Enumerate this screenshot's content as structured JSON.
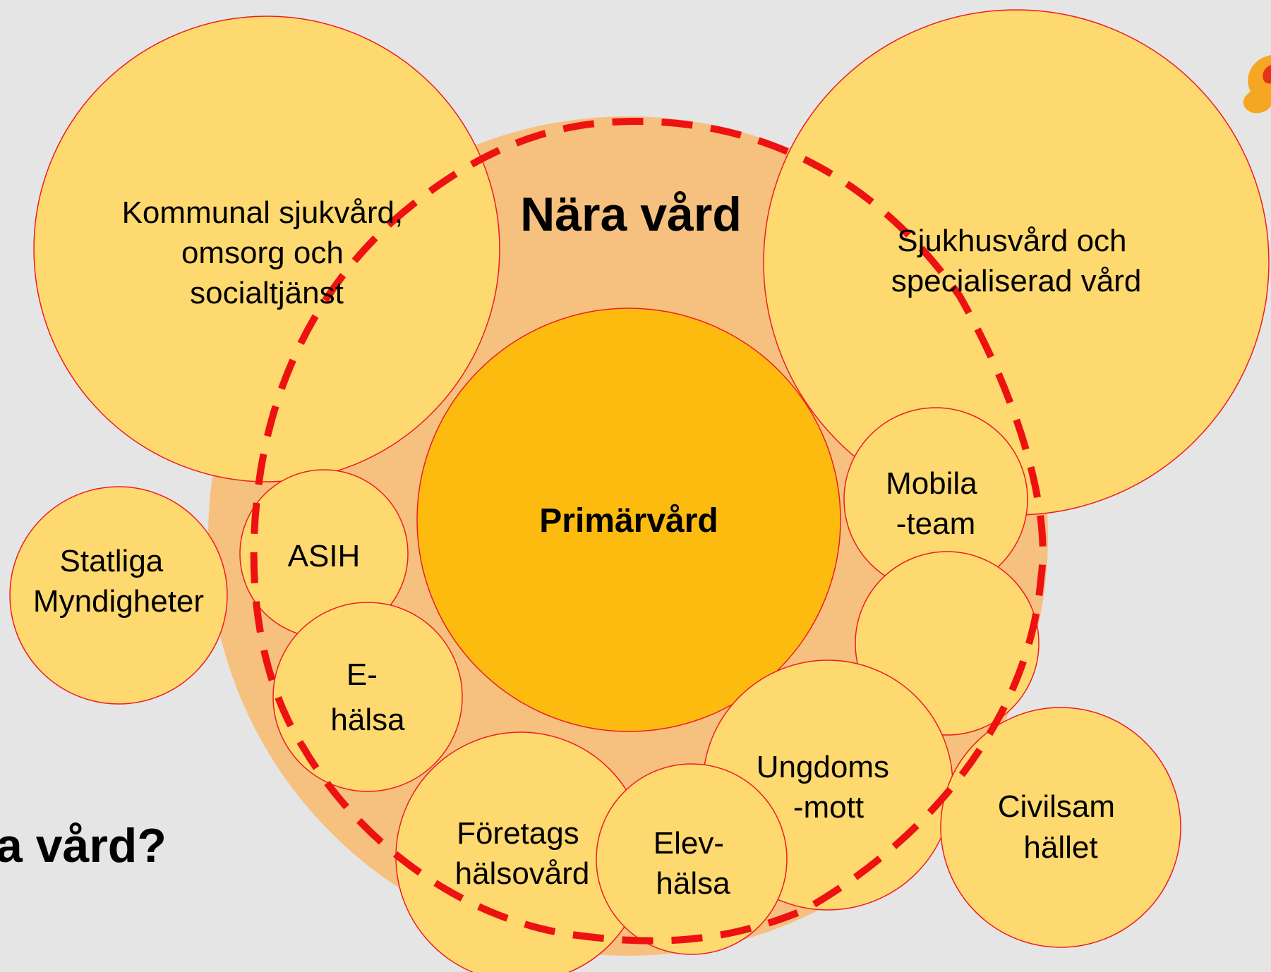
{
  "main_title": "Nära vård",
  "question_fragment": "a vård?",
  "center": {
    "label": "Primärvård"
  },
  "circles": {
    "kommunal": [
      "Kommunal sjukvård,",
      "omsorg och",
      "socialtjänst"
    ],
    "sjukhus": [
      "Sjukhusvård och",
      "specialiserad vård"
    ],
    "statliga": [
      "Statliga",
      "Myndigheter"
    ],
    "asih": [
      "ASIH"
    ],
    "ehalsa": [
      "E-",
      "hälsa"
    ],
    "mobila": [
      "Mobila",
      "-team"
    ],
    "empty": [],
    "ungdoms": [
      "Ungdoms",
      "-mott"
    ],
    "foretags": [
      "Företags",
      "hälsovård"
    ],
    "elev": [
      "Elev-",
      "hälsa"
    ],
    "civil": [
      "Civilsam",
      "hället"
    ]
  },
  "colors": {
    "background": "#e5e5e5",
    "light_circle": "#fed96f",
    "nara_area": "#f6c07e",
    "primarvard": "#fdbb10",
    "circle_outline": "#ee1c24",
    "dashed_boundary": "#ee1111",
    "text": "#000000"
  }
}
